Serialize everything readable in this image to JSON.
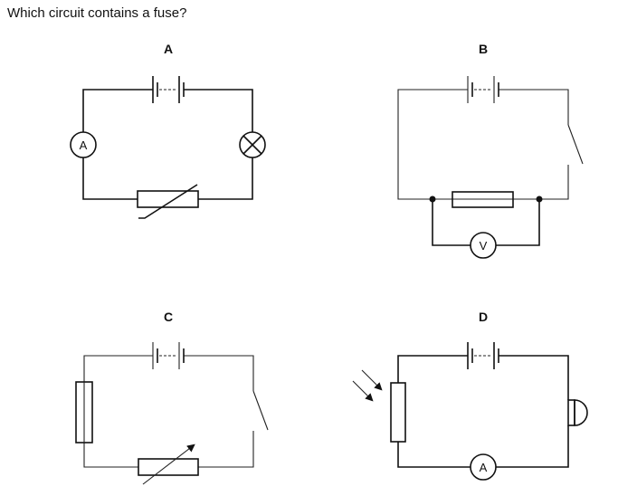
{
  "question": "Which circuit contains a fuse?",
  "circuits": [
    {
      "label": "A",
      "meter_symbol": "A"
    },
    {
      "label": "B",
      "meter_symbol": "V"
    },
    {
      "label": "C"
    },
    {
      "label": "D",
      "meter_symbol": "A"
    }
  ]
}
